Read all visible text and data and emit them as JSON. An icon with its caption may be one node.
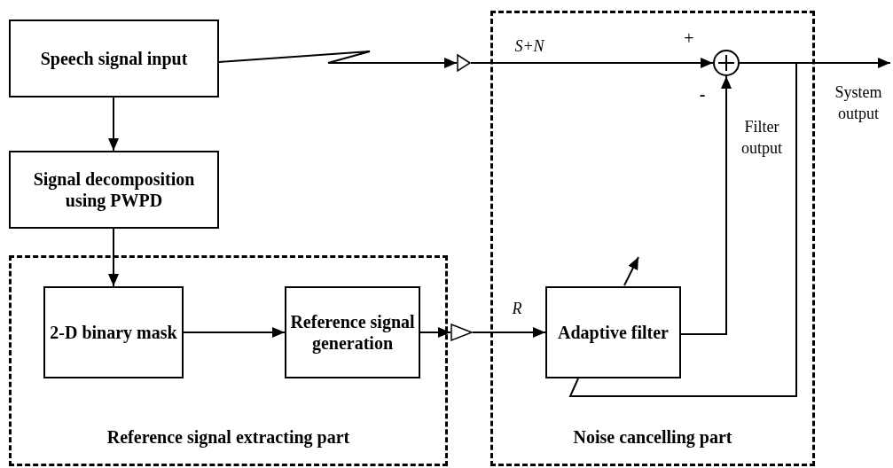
{
  "diagram": {
    "nodes": [
      {
        "text": [
          "Speech signal input"
        ]
      },
      {
        "text": [
          "Signal decomposition using PWPD"
        ]
      },
      {
        "text": [
          "Reference signal extracting part"
        ]
      },
      {
        "text": [
          "2-D binary mask"
        ],
        "in": 2
      },
      {
        "text": [
          "Reference signal generation"
        ],
        "in": 2
      },
      {
        "text": [
          "Noise cancelling part"
        ]
      },
      {
        "text": [
          "Adaptive filter"
        ],
        "in": 5
      },
      {
        "text": [],
        "shape": "circle",
        "in": 5
      },
      {
        "text": [],
        "shape": "triangle"
      },
      {
        "text": [],
        "shape": "triangle"
      }
    ],
    "edges": [
      {
        "from": 0,
        "to": 8,
        "arrow": "to"
      },
      {
        "from": 0,
        "to": 1,
        "arrow": "to"
      },
      {
        "from": 1,
        "to": 3,
        "arrow": "to"
      },
      {
        "from": 3,
        "to": 4,
        "arrow": "to"
      },
      {
        "from": 4,
        "to": 9,
        "arrow": "to"
      },
      {
        "from": 8,
        "to": 7,
        "arrow": "to",
        "label": "S+N"
      },
      {
        "from": 9,
        "to": 6,
        "arrow": "to",
        "label": "R"
      },
      {
        "from": 6,
        "to": 7,
        "arrow": "to",
        "label": "Filter output"
      },
      {
        "from": 7,
        "to": null,
        "arrow": "to",
        "label": "System output"
      },
      {
        "from": 7,
        "to": 6,
        "arrow": "none"
      }
    ],
    "labels": [
      "+",
      "-"
    ]
  }
}
